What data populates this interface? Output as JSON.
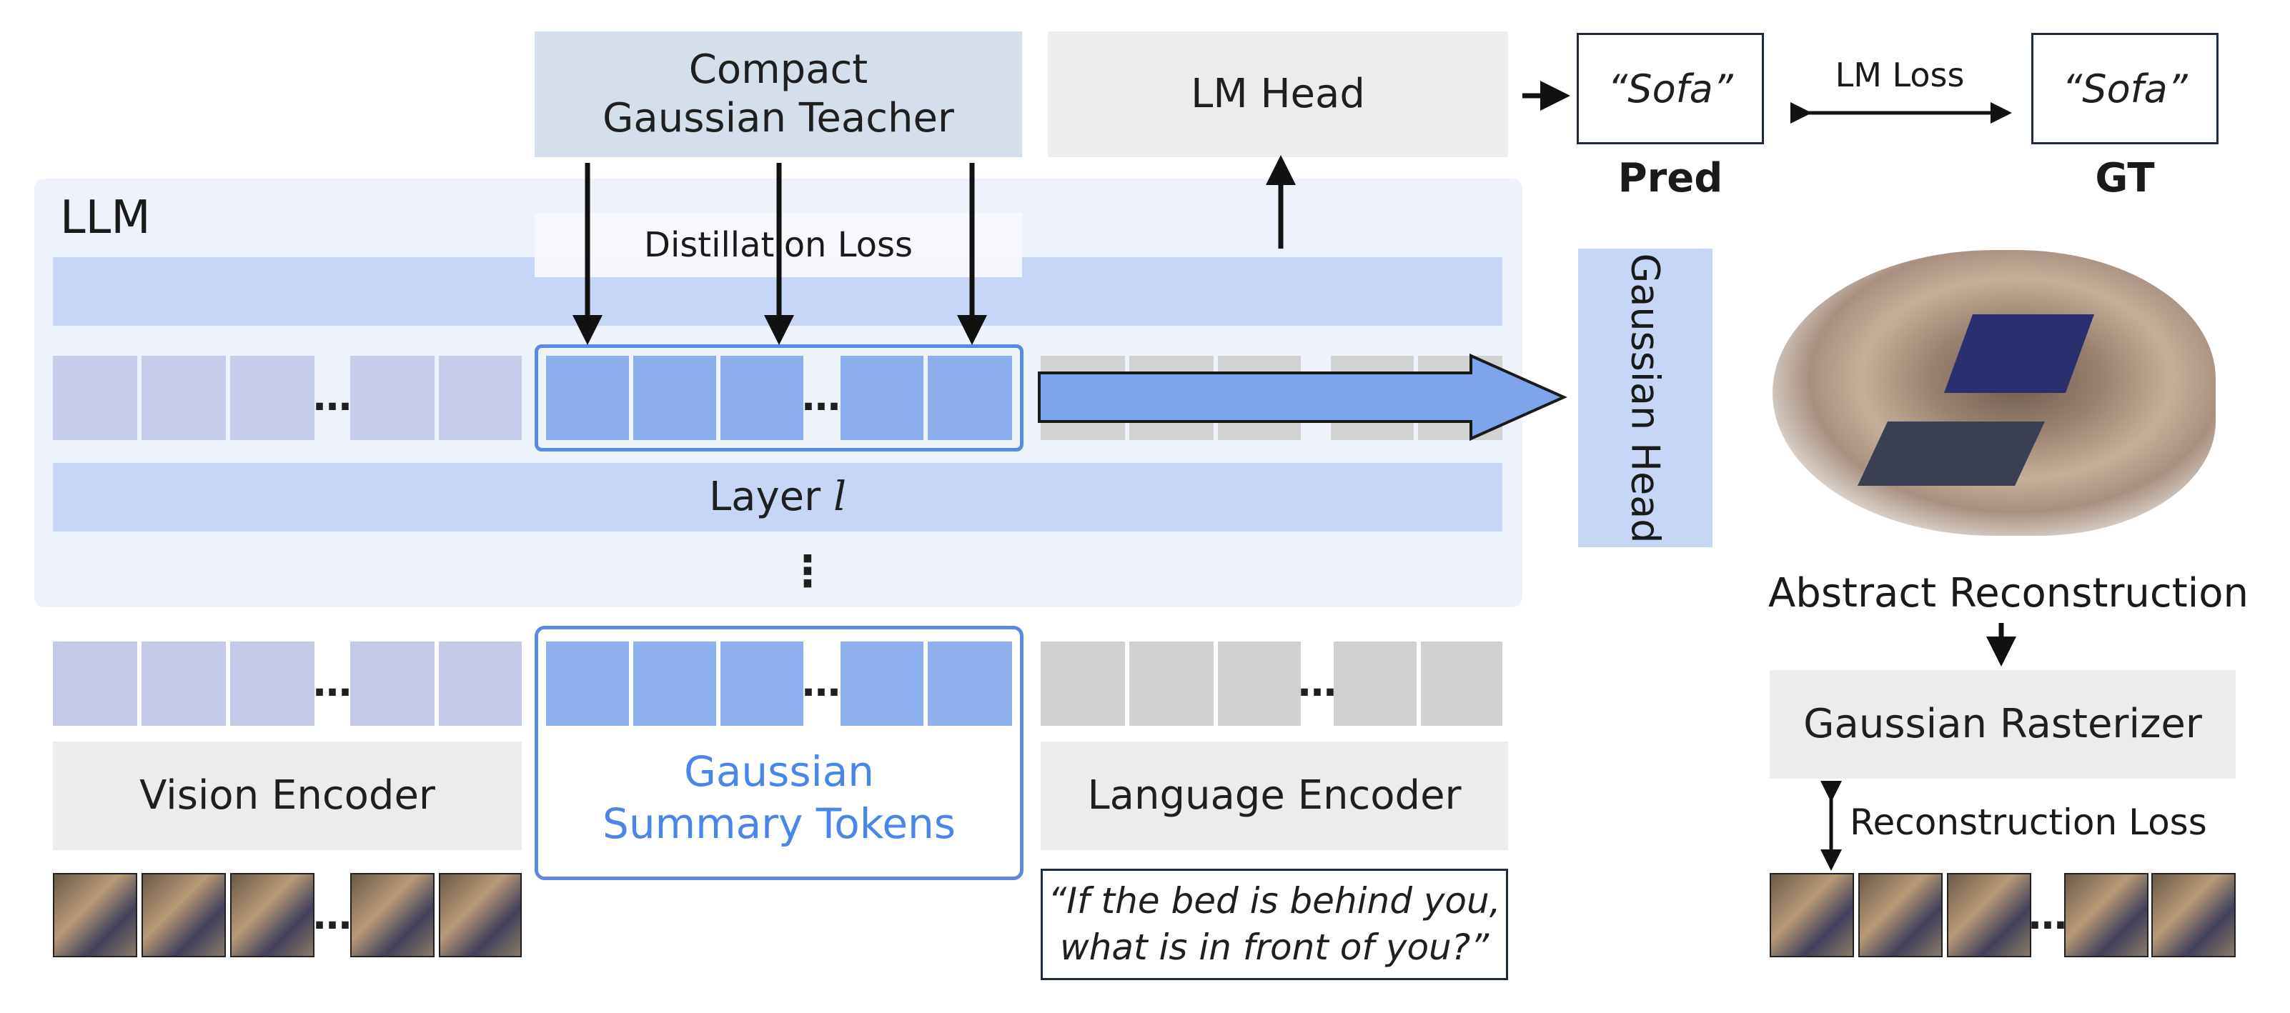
{
  "teacher": {
    "line1": "Compact",
    "line2": "Gaussian Teacher"
  },
  "lm_head": "LM Head",
  "pred_box": "“Sofa”",
  "gt_box": "“Sofa”",
  "lm_loss": "LM Loss",
  "pred_label": "Pred",
  "gt_label": "GT",
  "llm_label": "LLM",
  "distillation_loss": "Distillation Loss",
  "layer_label": "Layer",
  "layer_var": "l",
  "gaussian_head": "Gaussian Head",
  "abstract_reconstruction": "Abstract Reconstruction",
  "gaussian_rasterizer": "Gaussian Rasterizer",
  "reconstruction_loss": "Reconstruction Loss",
  "vision_encoder": "Vision Encoder",
  "summary_tokens": {
    "line1": "Gaussian",
    "line2": "Summary Tokens"
  },
  "language_encoder": "Language Encoder",
  "question": {
    "line1": "“If the bed is behind you,",
    "line2": "what is in front of you?”"
  },
  "ellipsis": "…",
  "vdots": "⋮",
  "colors": {
    "llm_bg": "#eef2fa",
    "layer_bar": "#c6d6f4",
    "gaussian_token": "#8fb0ee",
    "vision_token": "#c5cae8",
    "language_token": "#d0d0d0",
    "summary_border": "#5b8ae0",
    "summary_text": "#4a86e8",
    "teacher_bg": "#d4dfeb",
    "arrow_fill": "#7ea4ec"
  }
}
